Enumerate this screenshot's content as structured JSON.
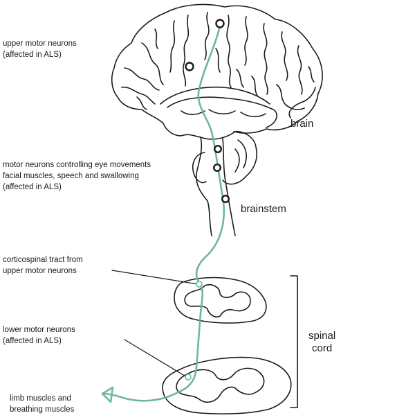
{
  "labels": {
    "upper_motor_neurons": [
      "upper motor neurons",
      "(affected in ALS)"
    ],
    "brainstem_neurons": [
      "motor neurons controlling eye movements",
      "facial muscles, speech and swallowing",
      "(affected in ALS)"
    ],
    "corticospinal_tract": [
      "corticospinal  tract from",
      "upper motor neurons"
    ],
    "lower_motor_neurons": [
      "lower motor neurons",
      "(affected in ALS)"
    ],
    "limb_muscles": [
      "limb muscles and",
      "breathing muscles"
    ],
    "brain": "brain",
    "brainstem": "brainstem",
    "spinal_cord": [
      "spinal",
      "cord"
    ]
  },
  "colors": {
    "outline": "#1a1a1a",
    "pathway": "#6fb5a3"
  }
}
